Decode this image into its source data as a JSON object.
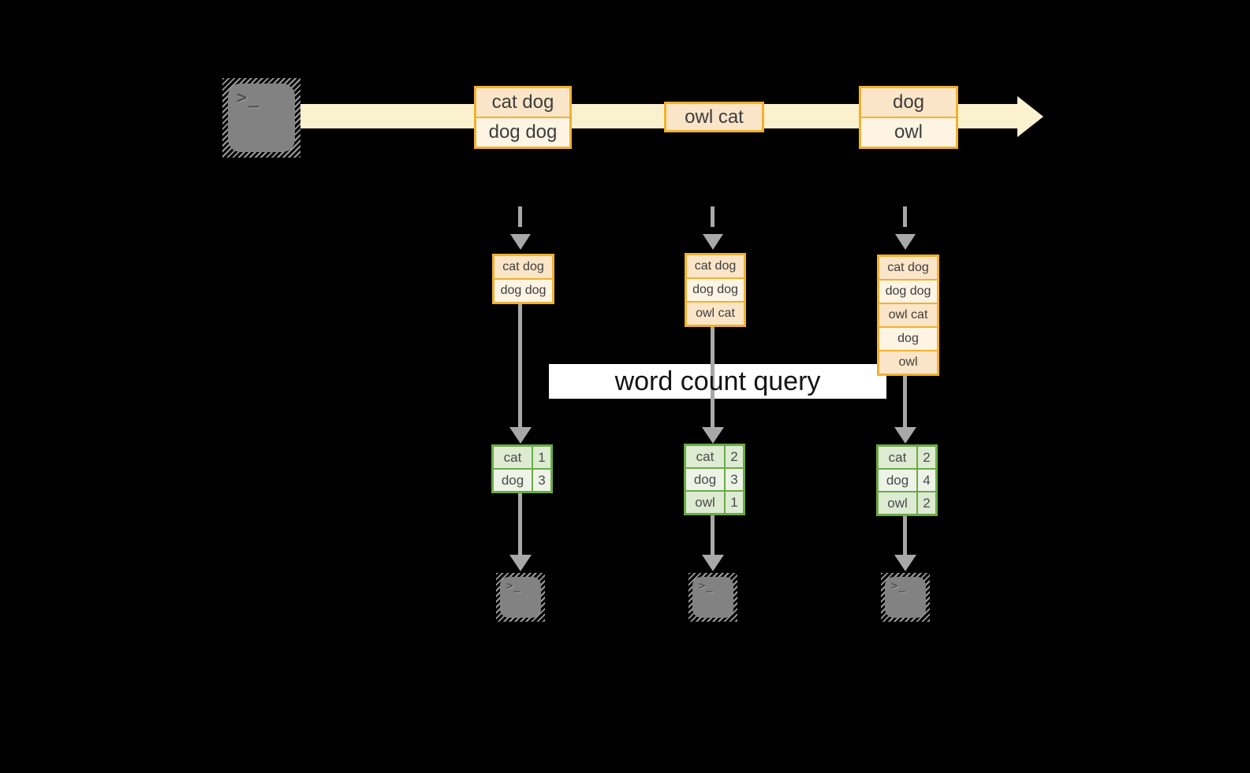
{
  "diagram_title": "word count query",
  "stream": {
    "source": {
      "icon": "terminal",
      "glyph": ">_"
    },
    "events": [
      {
        "rows": [
          "cat dog",
          "dog dog"
        ]
      },
      {
        "rows": [
          "owl cat"
        ]
      },
      {
        "rows": [
          "dog",
          "owl"
        ]
      }
    ]
  },
  "columns": [
    {
      "buffer": {
        "rows": [
          "cat dog",
          "dog dog"
        ]
      },
      "counts": [
        {
          "word": "cat",
          "count": "1"
        },
        {
          "word": "dog",
          "count": "3"
        }
      ],
      "sink": {
        "icon": "terminal",
        "glyph": ">_"
      }
    },
    {
      "buffer": {
        "rows": [
          "cat dog",
          "dog dog",
          "owl cat"
        ]
      },
      "counts": [
        {
          "word": "cat",
          "count": "2"
        },
        {
          "word": "dog",
          "count": "3"
        },
        {
          "word": "owl",
          "count": "1"
        }
      ],
      "sink": {
        "icon": "terminal",
        "glyph": ">_"
      }
    },
    {
      "buffer": {
        "rows": [
          "cat dog",
          "dog dog",
          "owl cat",
          "dog",
          "owl"
        ]
      },
      "counts": [
        {
          "word": "cat",
          "count": "2"
        },
        {
          "word": "dog",
          "count": "4"
        },
        {
          "word": "owl",
          "count": "2"
        }
      ],
      "sink": {
        "icon": "terminal",
        "glyph": ">_"
      }
    }
  ],
  "colors": {
    "background": "#000000",
    "stream_band": "#faf1cf",
    "event_border": "#f0b12e",
    "event_fill_dark": "#fbe5c8",
    "event_fill_light": "#fdf4e3",
    "table_border": "#6caa47",
    "table_fill_dark": "#dcebd2",
    "table_fill_light": "#edf4e7",
    "arrow_gray": "#a8a8a8",
    "terminal_gray": "#828282",
    "label_bg": "#ffffff"
  }
}
